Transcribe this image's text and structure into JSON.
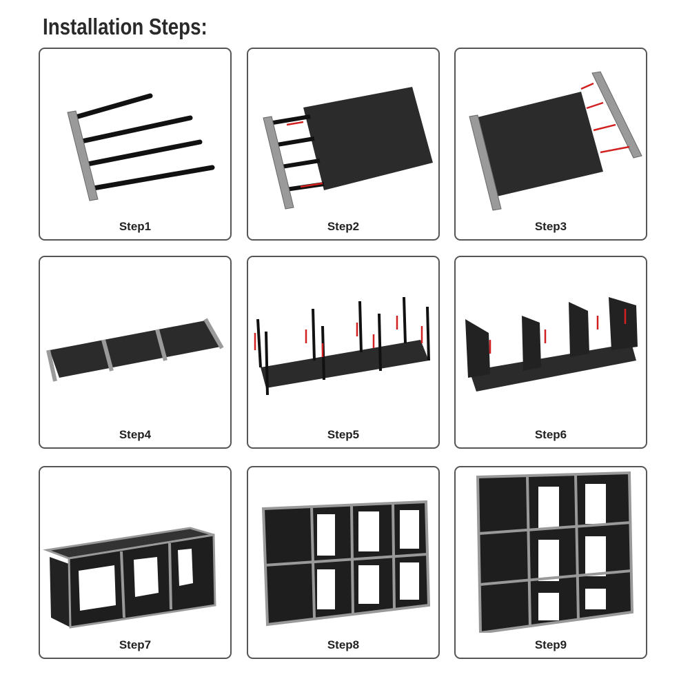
{
  "title": "Installation Steps:",
  "steps": [
    {
      "label": "Step1"
    },
    {
      "label": "Step2"
    },
    {
      "label": "Step3"
    },
    {
      "label": "Step4"
    },
    {
      "label": "Step5"
    },
    {
      "label": "Step6"
    },
    {
      "label": "Step7"
    },
    {
      "label": "Step8"
    },
    {
      "label": "Step9"
    }
  ],
  "colors": {
    "arrow": "#d22020",
    "frame": "#9a9a9a",
    "fabric": "#2b2b2b"
  }
}
